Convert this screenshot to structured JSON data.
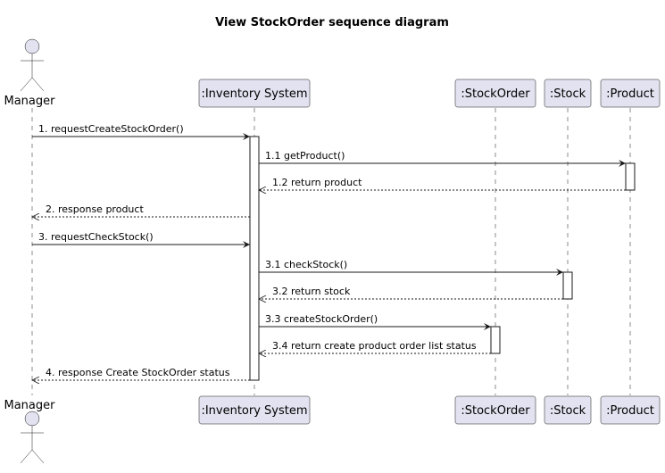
{
  "diagram": {
    "title": "View StockOrder sequence diagram",
    "participants": [
      {
        "id": "manager",
        "label": "Manager",
        "kind": "actor"
      },
      {
        "id": "inventory",
        "label": ":Inventory System",
        "kind": "participant"
      },
      {
        "id": "stockorder",
        "label": ":StockOrder",
        "kind": "participant"
      },
      {
        "id": "stock",
        "label": ":Stock",
        "kind": "participant"
      },
      {
        "id": "product",
        "label": ":Product",
        "kind": "participant"
      }
    ],
    "messages": [
      {
        "from": "manager",
        "to": "inventory",
        "label": "1. requestCreateStockOrder()",
        "style": "solid"
      },
      {
        "from": "inventory",
        "to": "product",
        "label": "1.1 getProduct()",
        "style": "solid"
      },
      {
        "from": "product",
        "to": "inventory",
        "label": "1.2 return product",
        "style": "dashed"
      },
      {
        "from": "inventory",
        "to": "manager",
        "label": "2. response product",
        "style": "dashed"
      },
      {
        "from": "manager",
        "to": "inventory",
        "label": "3. requestCheckStock()",
        "style": "solid"
      },
      {
        "from": "inventory",
        "to": "stock",
        "label": "3.1 checkStock()",
        "style": "solid"
      },
      {
        "from": "stock",
        "to": "inventory",
        "label": "3.2 return stock",
        "style": "dashed"
      },
      {
        "from": "inventory",
        "to": "stockorder",
        "label": "3.3 createStockOrder()",
        "style": "solid"
      },
      {
        "from": "stockorder",
        "to": "inventory",
        "label": "3.4 return create product order list status",
        "style": "dashed"
      },
      {
        "from": "inventory",
        "to": "manager",
        "label": "4. response Create StockOrder status",
        "style": "dashed"
      }
    ],
    "colors": {
      "participant_fill": "#e2e2f0",
      "stroke": "#181818",
      "activation_fill": "#ffffff"
    }
  }
}
